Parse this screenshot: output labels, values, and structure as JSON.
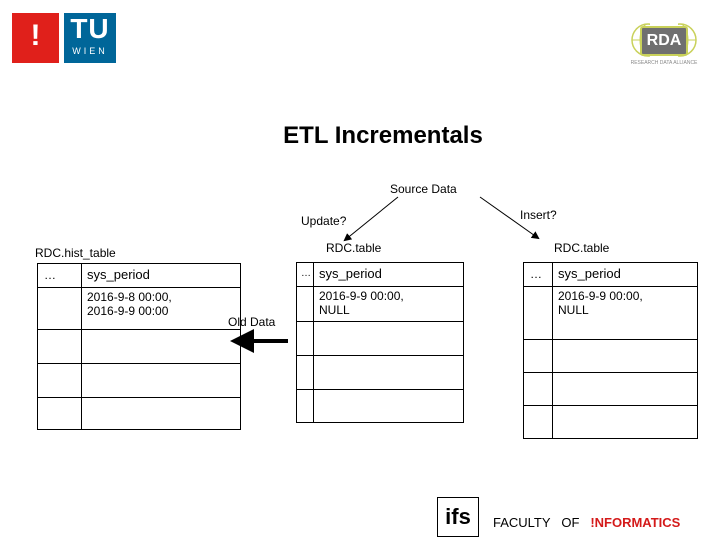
{
  "logos": {
    "tu_symbol": "!",
    "tu_letters": "TU",
    "tu_city": "WIEN",
    "rda_badge": "RDA",
    "rda_tagline": "RESEARCH DATA ALLIANCE"
  },
  "title": "ETL Incrementals",
  "labels": {
    "source": "Source Data",
    "update": "Update?",
    "insert": "Insert?",
    "old_data": "Old Data"
  },
  "tables": {
    "hist": {
      "name": "RDC.hist_table",
      "col1": "…",
      "col2": "sys_period",
      "row1": "2016-9-8 00:00,\n2016-9-9 00:00"
    },
    "update_table": {
      "name": "RDC.table",
      "col1": "…",
      "col2": "sys_period",
      "row1": "2016-9-9 00:00,\nNULL"
    },
    "insert_table": {
      "name": "RDC.table",
      "col1": "…",
      "col2": "sys_period",
      "row1": "2016-9-9 00:00,\nNULL"
    }
  },
  "footer": {
    "ifs": "ifs",
    "faculty": "FACULTY",
    "of": "OF",
    "informatics": "!NFORMATICS"
  },
  "colors": {
    "tu_red": "#e0201b",
    "tu_blue": "#006699",
    "informatics_red": "#d41a1a"
  }
}
